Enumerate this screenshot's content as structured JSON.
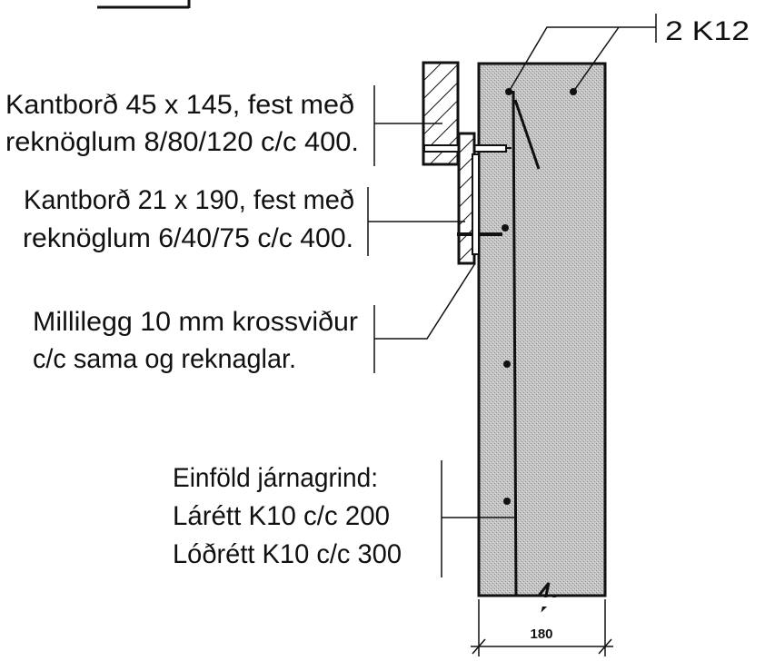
{
  "annotations": {
    "rebar_top": "2 K12",
    "fascia_1_line1": "Kantborð 45 x 145, fest með",
    "fascia_1_line2": "reknöglum 8/80/120 c/c 400.",
    "fascia_2_line1": "Kantborð 21 x 190, fest með",
    "fascia_2_line2": "reknöglum 6/40/75 c/c 400.",
    "shim_line1": "Millilegg 10 mm krossviður",
    "shim_line2": "c/c sama og reknaglar.",
    "mesh_line1": "Einföld járnagrind:",
    "mesh_line2": "Lárétt K10 c/c 200",
    "mesh_line3": "Lóðrétt K10 c/c 300"
  },
  "dimension": {
    "wall_thickness": "180"
  }
}
